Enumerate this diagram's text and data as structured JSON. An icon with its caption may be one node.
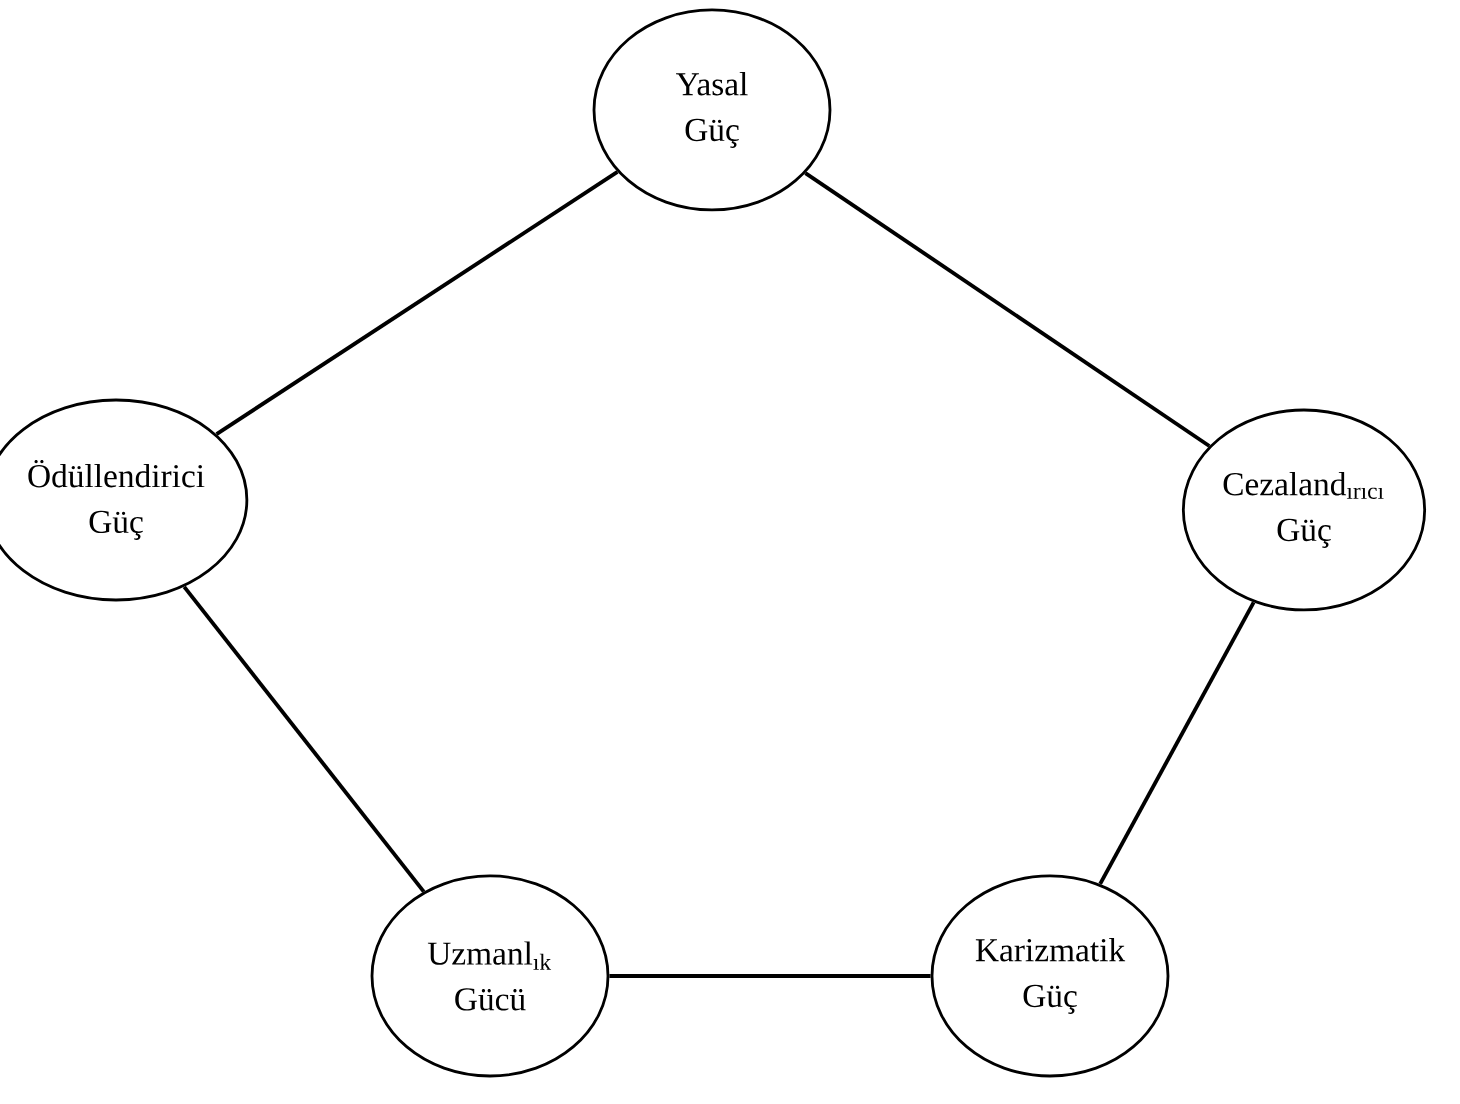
{
  "diagram": {
    "nodes": [
      {
        "text": [
          "Yasal",
          "Güç"
        ]
      },
      {
        "text": [
          "Ödüllendirici",
          "Güç"
        ]
      },
      {
        "text": [
          "Cezaland$_{ırıcı}$",
          "Güç"
        ]
      },
      {
        "text": [
          "Uzmanl$_{ık}$",
          "Gücü"
        ]
      },
      {
        "text": [
          "Karizmatik",
          "Güç"
        ]
      }
    ],
    "edges": [
      {
        "from": 0,
        "to": 1,
        "arrow": "none"
      },
      {
        "from": 0,
        "to": 2,
        "arrow": "none"
      },
      {
        "from": 1,
        "to": 3,
        "arrow": "none"
      },
      {
        "from": 3,
        "to": 4,
        "arrow": "none"
      },
      {
        "from": 4,
        "to": 2,
        "arrow": "none"
      }
    ]
  }
}
